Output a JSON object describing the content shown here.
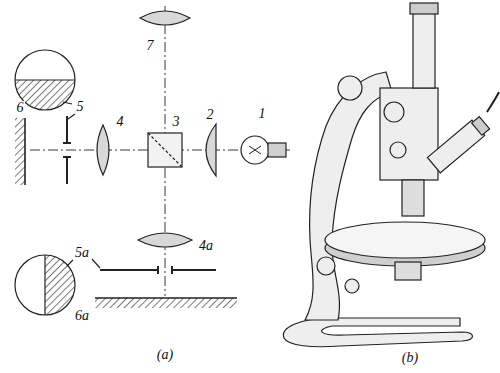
{
  "diagram": {
    "labels": [
      "7",
      "5",
      "6",
      "4",
      "3",
      "2",
      "1",
      "4a",
      "5a",
      "6a",
      "(a)",
      "(b)"
    ]
  }
}
